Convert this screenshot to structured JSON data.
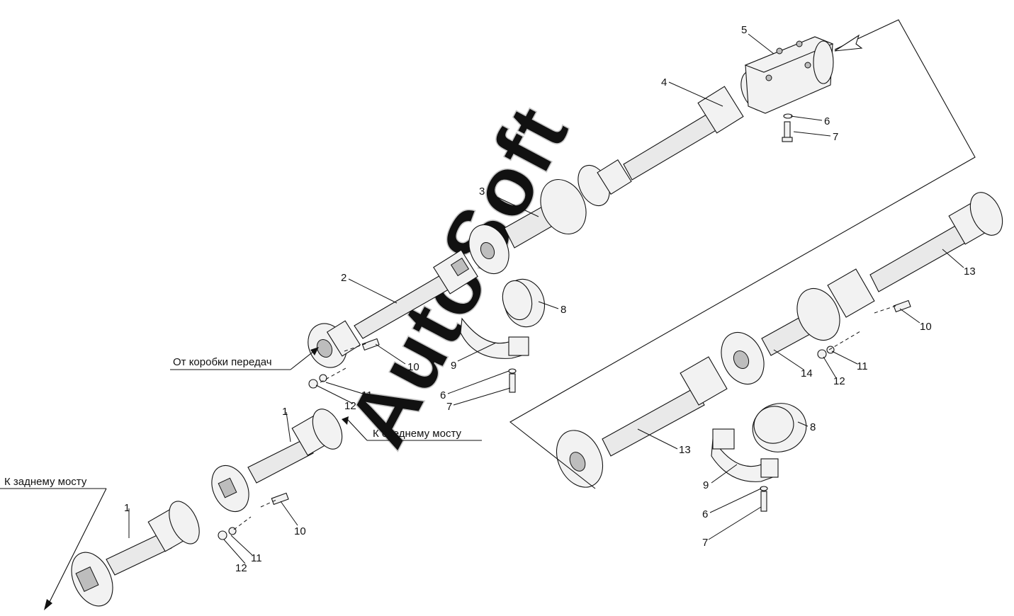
{
  "watermark": "AutoSoft",
  "captions": {
    "from_gearbox": "От коробки передач",
    "to_middle_axle": "К среднему мосту",
    "to_rear_axle": "К заднему мосту"
  },
  "callouts": [
    {
      "id": "c5",
      "text": "5"
    },
    {
      "id": "c4",
      "text": "4"
    },
    {
      "id": "c6a",
      "text": "6"
    },
    {
      "id": "c7a",
      "text": "7"
    },
    {
      "id": "c3",
      "text": "3"
    },
    {
      "id": "c2",
      "text": "2"
    },
    {
      "id": "c8a",
      "text": "8"
    },
    {
      "id": "c10a",
      "text": "10"
    },
    {
      "id": "c9a",
      "text": "9"
    },
    {
      "id": "c11a",
      "text": "11"
    },
    {
      "id": "c12a",
      "text": "12"
    },
    {
      "id": "c6b",
      "text": "6"
    },
    {
      "id": "c7b",
      "text": "7"
    },
    {
      "id": "c1a",
      "text": "1"
    },
    {
      "id": "c1b",
      "text": "1"
    },
    {
      "id": "c10b",
      "text": "10"
    },
    {
      "id": "c11b",
      "text": "11"
    },
    {
      "id": "c12b",
      "text": "12"
    },
    {
      "id": "c13a",
      "text": "13"
    },
    {
      "id": "c10c",
      "text": "10"
    },
    {
      "id": "c11c",
      "text": "11"
    },
    {
      "id": "c12c",
      "text": "12"
    },
    {
      "id": "c14",
      "text": "14"
    },
    {
      "id": "c8b",
      "text": "8"
    },
    {
      "id": "c13b",
      "text": "13"
    },
    {
      "id": "c9b",
      "text": "9"
    },
    {
      "id": "c6c",
      "text": "6"
    },
    {
      "id": "c7c",
      "text": "7"
    }
  ]
}
